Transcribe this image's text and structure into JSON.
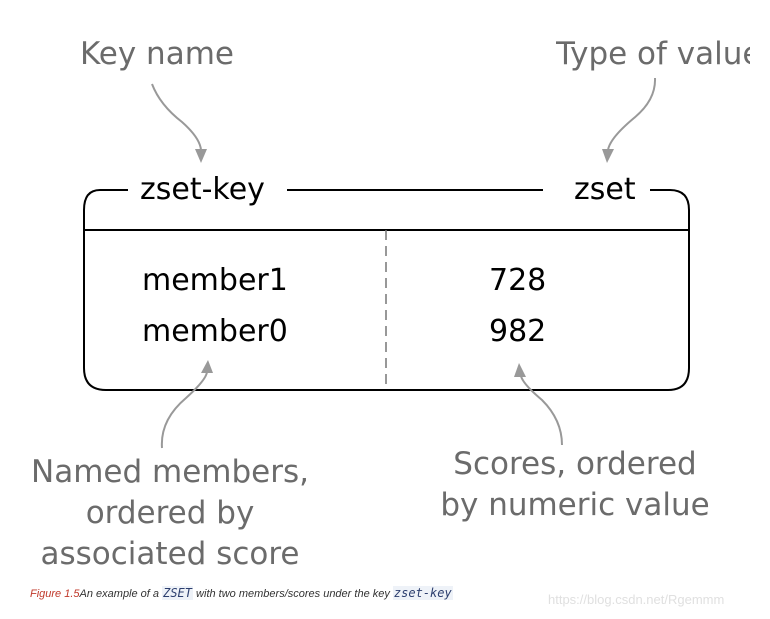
{
  "labels": {
    "key_name": "Key name",
    "type_of_value": "Type of value",
    "named_members": "Named members, ordered by associated score",
    "scores": "Scores, ordered by numeric value"
  },
  "zset": {
    "key": "zset-key",
    "type": "zset",
    "rows": [
      {
        "member": "member1",
        "score": "728"
      },
      {
        "member": "member0",
        "score": "982"
      }
    ]
  },
  "caption": {
    "figure": "Figure 1.5",
    "text_a": "An example of a ",
    "code_zset": "ZSET",
    "text_b": " with two members/scores under the key ",
    "code_key": "zset-key"
  },
  "watermark": "https://blog.csdn.net/Rgemmm",
  "colors": {
    "annotation": "#6b6b6b",
    "arrow": "#999999",
    "caption_figure": "#c0392b"
  }
}
